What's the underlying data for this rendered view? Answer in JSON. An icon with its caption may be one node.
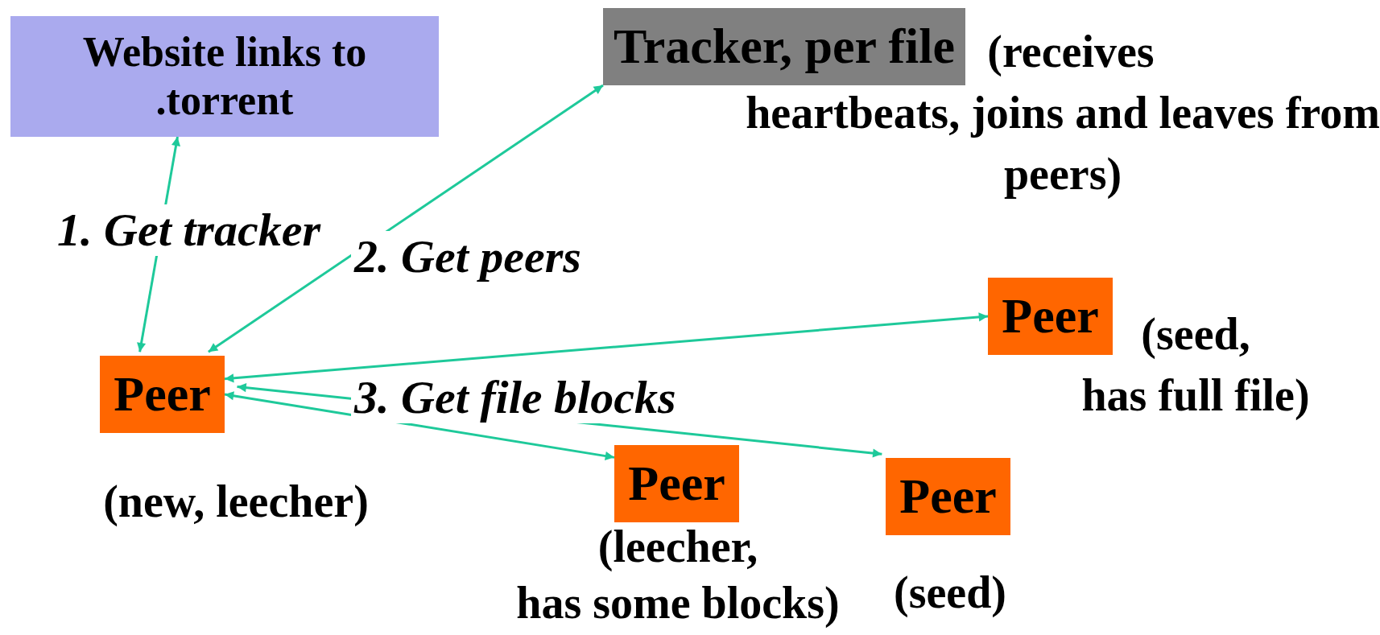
{
  "diagram": {
    "nodes": [
      {
        "text": [
          "Website links to .torrent"
        ]
      },
      {
        "text": [
          "Tracker, per file"
        ],
        "beside": [
          "(receives heartbeats, joins and leaves from peers)"
        ]
      },
      {
        "text": [
          "Peer"
        ],
        "beside": [
          "(new, leecher)"
        ]
      },
      {
        "text": [
          "Peer"
        ],
        "beside": [
          "(seed, has full file)"
        ]
      },
      {
        "text": [
          "Peer"
        ],
        "beside": [
          "(leecher, has some blocks)"
        ]
      },
      {
        "text": [
          "Peer"
        ],
        "beside": [
          "(seed)"
        ]
      }
    ],
    "edges": [
      {
        "from": 2,
        "to": 0,
        "arrow": "both",
        "label": "1. Get tracker"
      },
      {
        "from": 2,
        "to": 1,
        "arrow": "both",
        "label": "2. Get peers"
      },
      {
        "from": 2,
        "to": 3,
        "arrow": "both",
        "label": "3. Get file blocks"
      },
      {
        "from": 2,
        "to": 4,
        "arrow": "both"
      },
      {
        "from": 2,
        "to": 5,
        "arrow": "both"
      }
    ]
  }
}
